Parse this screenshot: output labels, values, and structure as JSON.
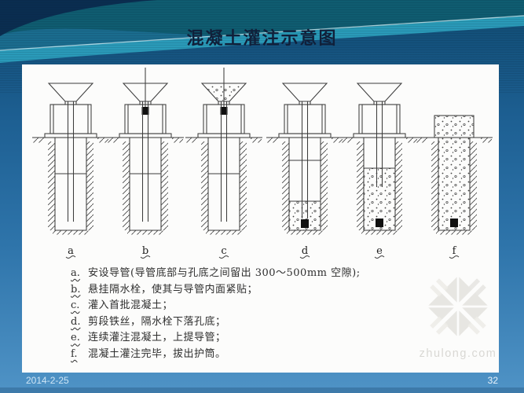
{
  "slide": {
    "title": "混凝土灌注示意图",
    "footer": {
      "date": "2014-2-25",
      "page_number": "32"
    }
  },
  "watermark": {
    "text": "zhulong.com",
    "logo": "pinwheel-logo"
  },
  "diagram": {
    "stages": [
      {
        "label": "a"
      },
      {
        "label": "b"
      },
      {
        "label": "c"
      },
      {
        "label": "d"
      },
      {
        "label": "e"
      },
      {
        "label": "f"
      }
    ],
    "notes": [
      {
        "key": "a.",
        "text": "安设导管(导管底部与孔底之间留出 300～500mm 空隙);"
      },
      {
        "key": "b.",
        "text": "悬挂隔水栓，使其与导管内面紧贴；"
      },
      {
        "key": "c.",
        "text": "灌入首批混凝土；"
      },
      {
        "key": "d.",
        "text": "剪段铁丝，隔水栓下落孔底；"
      },
      {
        "key": "e.",
        "text": "连续灌注混凝土，上提导管；"
      },
      {
        "key": "f.",
        "text": "混凝土灌注完毕，拔出护筒。"
      }
    ]
  },
  "colors": {
    "background_top_teal": "#0f5c70",
    "background_blue": "#1d5f92",
    "background_bottom_blue": "#4f93c6",
    "wave_cyan_accent": "#2da4c0",
    "corner_navy": "#0a2d50",
    "panel_background": "#fcfcfb",
    "title_text": "#10203a",
    "diagram_line": "#3c3c3c",
    "footer_text": "#cfe6f6",
    "watermark_gray": "#d9d8d4"
  }
}
